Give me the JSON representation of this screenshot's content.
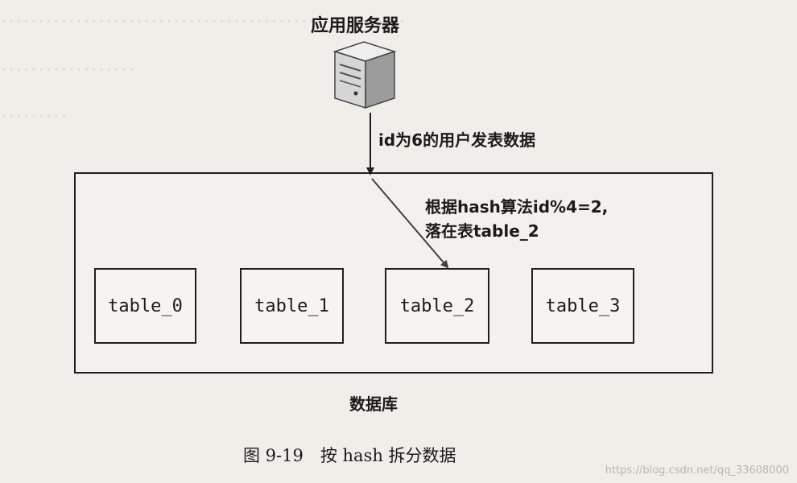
{
  "server": {
    "title": "应用服务器",
    "icon": "server-icon"
  },
  "arrow_label": "id为6的用户发表数据",
  "database": {
    "label": "数据库",
    "note_line1": "根据hash算法id%4=2,",
    "note_line2": "落在表table_2",
    "tables": [
      "table_0",
      "table_1",
      "table_2",
      "table_3"
    ]
  },
  "caption": "图 9-19　按 hash 拆分数据",
  "watermark": "https://blog.csdn.net/qq_33608000",
  "colors": {
    "background": "#f1eeea",
    "lines": "#1f1f1f"
  }
}
